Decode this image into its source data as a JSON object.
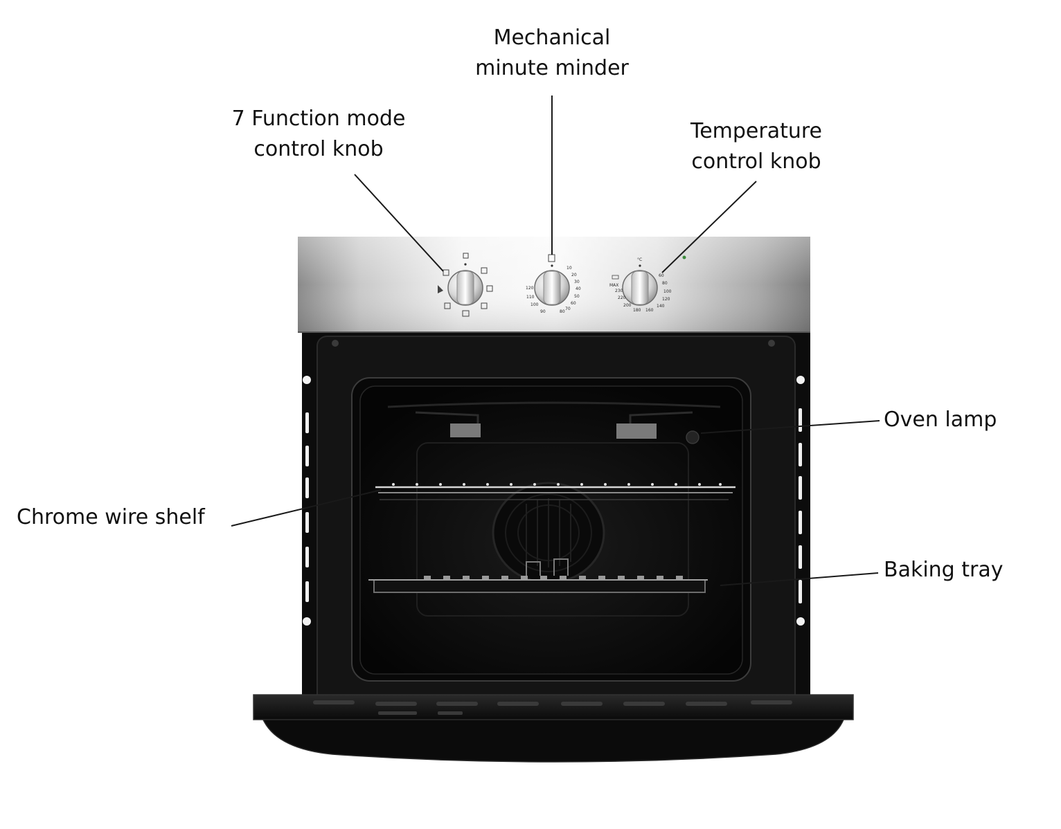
{
  "labels": {
    "function_knob": [
      "7 Function mode",
      "control knob"
    ],
    "minute_minder": [
      "Mechanical",
      "minute minder"
    ],
    "temperature_knob": [
      "Temperature",
      "control knob"
    ],
    "oven_lamp": "Oven lamp",
    "wire_shelf": "Chrome wire shelf",
    "baking_tray": "Baking tray"
  },
  "timer_dial": {
    "marks": [
      "10",
      "20",
      "30",
      "40",
      "50",
      "60",
      "70",
      "80",
      "90",
      "100",
      "110",
      "120"
    ]
  },
  "temperature_dial": {
    "marks": [
      "60",
      "80",
      "100",
      "120",
      "140",
      "160",
      "180",
      "200",
      "220",
      "230"
    ],
    "max_label": "MAX",
    "unit": "°C"
  },
  "colors": {
    "panel_light": "#f2f2f2",
    "panel_dark": "#8c8c8c",
    "oven_body": "#0d0d0d",
    "leader_line": "#1a1a1a"
  }
}
